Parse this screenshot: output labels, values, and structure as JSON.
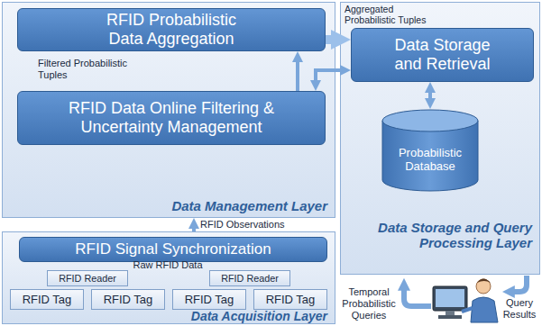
{
  "diagram": {
    "nodes": [
      {
        "text": [
          "Data Management Layer"
        ]
      },
      {
        "text": [
          "RFID Probabilistic Data Aggregation"
        ],
        "in": 0
      },
      {
        "text": [
          "RFID Data Online Filtering & Uncertainty Management"
        ],
        "in": 0
      },
      {
        "text": [
          "Data Storage and Query Processing Layer"
        ]
      },
      {
        "text": [
          "Data Storage and Retrieval"
        ],
        "in": 3
      },
      {
        "text": [
          "Probabilistic Database"
        ],
        "in": 3
      },
      {
        "text": [
          "Data Acquisition Layer"
        ]
      },
      {
        "text": [
          "RFID Signal Synchronization"
        ],
        "in": 6
      },
      {
        "text": [
          "RFID Reader"
        ],
        "in": 6
      },
      {
        "text": [
          "RFID Reader"
        ],
        "in": 6
      },
      {
        "text": [
          "RFID Tag"
        ],
        "in": 6
      },
      {
        "text": [
          "RFID Tag"
        ],
        "in": 6
      },
      {
        "text": [
          "RFID Tag"
        ],
        "in": 6
      },
      {
        "text": [
          "RFID Tag"
        ],
        "in": 6
      }
    ],
    "edges": [
      {
        "from": 1,
        "to": 4,
        "arrow": "to"
      },
      {
        "from": 2,
        "to": 1,
        "arrow": "to"
      },
      {
        "from": 2,
        "to": 4,
        "arrow": "both"
      },
      {
        "from": 4,
        "to": 5,
        "arrow": "both"
      },
      {
        "from": 6,
        "to": 0,
        "arrow": "to"
      },
      {
        "from": 8,
        "to": 7,
        "arrow": "to"
      },
      {
        "from": 9,
        "to": 7,
        "arrow": "to"
      }
    ],
    "labels": [
      "Aggregated Probabilistic Tuples",
      "Filtered Probabilistic Tuples",
      "RFID Observations",
      "Raw RFID Data",
      "Temporal Probabilistic Queries",
      "Query Results"
    ]
  }
}
